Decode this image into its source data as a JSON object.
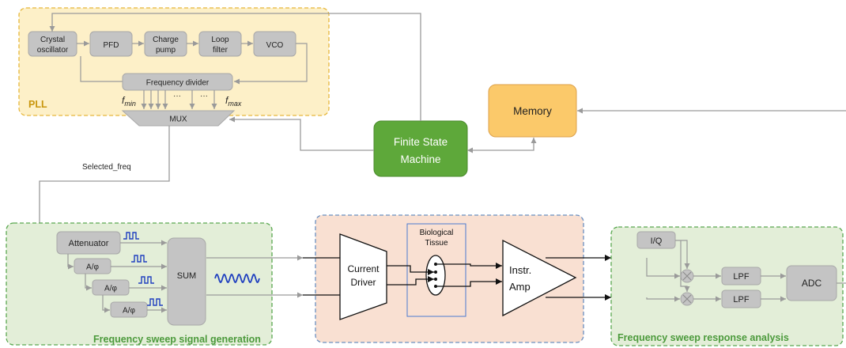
{
  "pll": {
    "title": "PLL",
    "crystal_line1": "Crystal",
    "crystal_line2": "oscillator",
    "pfd": "PFD",
    "charge_line1": "Charge",
    "charge_line2": "pump",
    "loop_line1": "Loop",
    "loop_line2": "filter",
    "vco": "VCO",
    "divider": "Frequency divider",
    "f_min": "f",
    "f_min_sub": "min",
    "f_max": "f",
    "f_max_sub": "max",
    "dots_1": "···",
    "dots_2": "···",
    "mux": "MUX"
  },
  "memory": "Memory",
  "fsm_line1": "Finite State",
  "fsm_line2": "Machine",
  "selected_freq": "Selected_freq",
  "generation": {
    "title": "Frequency sweep signal generation",
    "attenuator": "Attenuator",
    "a_phi": "A/φ",
    "sum": "SUM"
  },
  "center": {
    "current_line1": "Current",
    "current_line2": "Driver",
    "tissue_line1": "Biological",
    "tissue_line2": "Tissue",
    "amp_line1": "Instr.",
    "amp_line2": "Amp"
  },
  "analysis": {
    "title": "Frequency sweep response analysis",
    "iq": "I/Q",
    "lpf": "LPF",
    "adc": "ADC"
  },
  "colors": {
    "pll_fill": "#fdf0c8",
    "pll_border": "#e6b73c",
    "pll_title": "#c9960e",
    "memory_fill": "#fbc96a",
    "fsm_fill": "#5ea83a",
    "green_fill": "#e3eed8",
    "green_border": "#5aa850",
    "green_title": "#4c9a3c",
    "center_fill": "#f9e0d2",
    "center_border": "#6b8fc0",
    "block_gray": "#c4c4c4",
    "wire_gray": "#9a9a9a",
    "wave_blue": "#1f3fbf"
  }
}
